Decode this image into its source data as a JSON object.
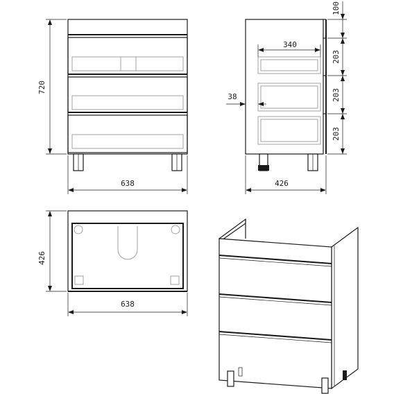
{
  "views": {
    "front": {
      "height_label": "720",
      "width_label": "638"
    },
    "side": {
      "drawer_width_label": "340",
      "offset_label": "38",
      "depth_label": "426",
      "heights": [
        "100",
        "203",
        "203",
        "203"
      ]
    },
    "top": {
      "depth_label": "426",
      "width_label": "638"
    },
    "iso": {}
  },
  "colors": {
    "line": "#1a1a1a",
    "hidden": "#8a8a8a",
    "background": "#ffffff"
  }
}
